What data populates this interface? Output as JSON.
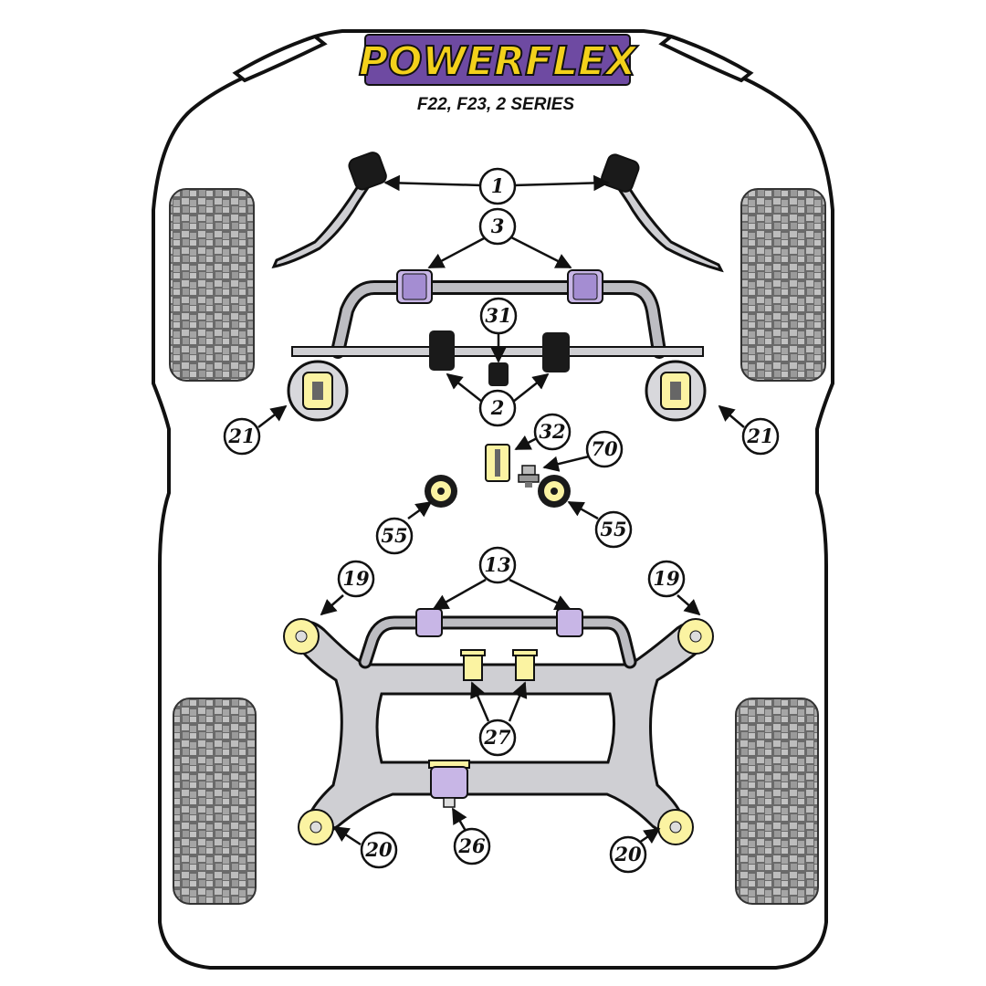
{
  "brand": {
    "logo_text": "POWERFLEX",
    "model": "F22, F23, 2 SERIES"
  },
  "colors": {
    "purple": "#c8b6e6",
    "yellow": "#fbf3a2",
    "grey_part": "#cfcfd3",
    "rubber_black": "#1a1a1a",
    "logo_yellow": "#f3d11b",
    "logo_purple": "#6e4aa2"
  },
  "callouts": [
    {
      "id": "c1",
      "label": "1"
    },
    {
      "id": "c3",
      "label": "3"
    },
    {
      "id": "c31",
      "label": "31"
    },
    {
      "id": "c2",
      "label": "2"
    },
    {
      "id": "c21l",
      "label": "21"
    },
    {
      "id": "c21r",
      "label": "21"
    },
    {
      "id": "c32",
      "label": "32"
    },
    {
      "id": "c70",
      "label": "70"
    },
    {
      "id": "c55l",
      "label": "55"
    },
    {
      "id": "c55r",
      "label": "55"
    },
    {
      "id": "c13",
      "label": "13"
    },
    {
      "id": "c19l",
      "label": "19"
    },
    {
      "id": "c19r",
      "label": "19"
    },
    {
      "id": "c27",
      "label": "27"
    },
    {
      "id": "c26",
      "label": "26"
    },
    {
      "id": "c20l",
      "label": "20"
    },
    {
      "id": "c20r",
      "label": "20"
    }
  ]
}
